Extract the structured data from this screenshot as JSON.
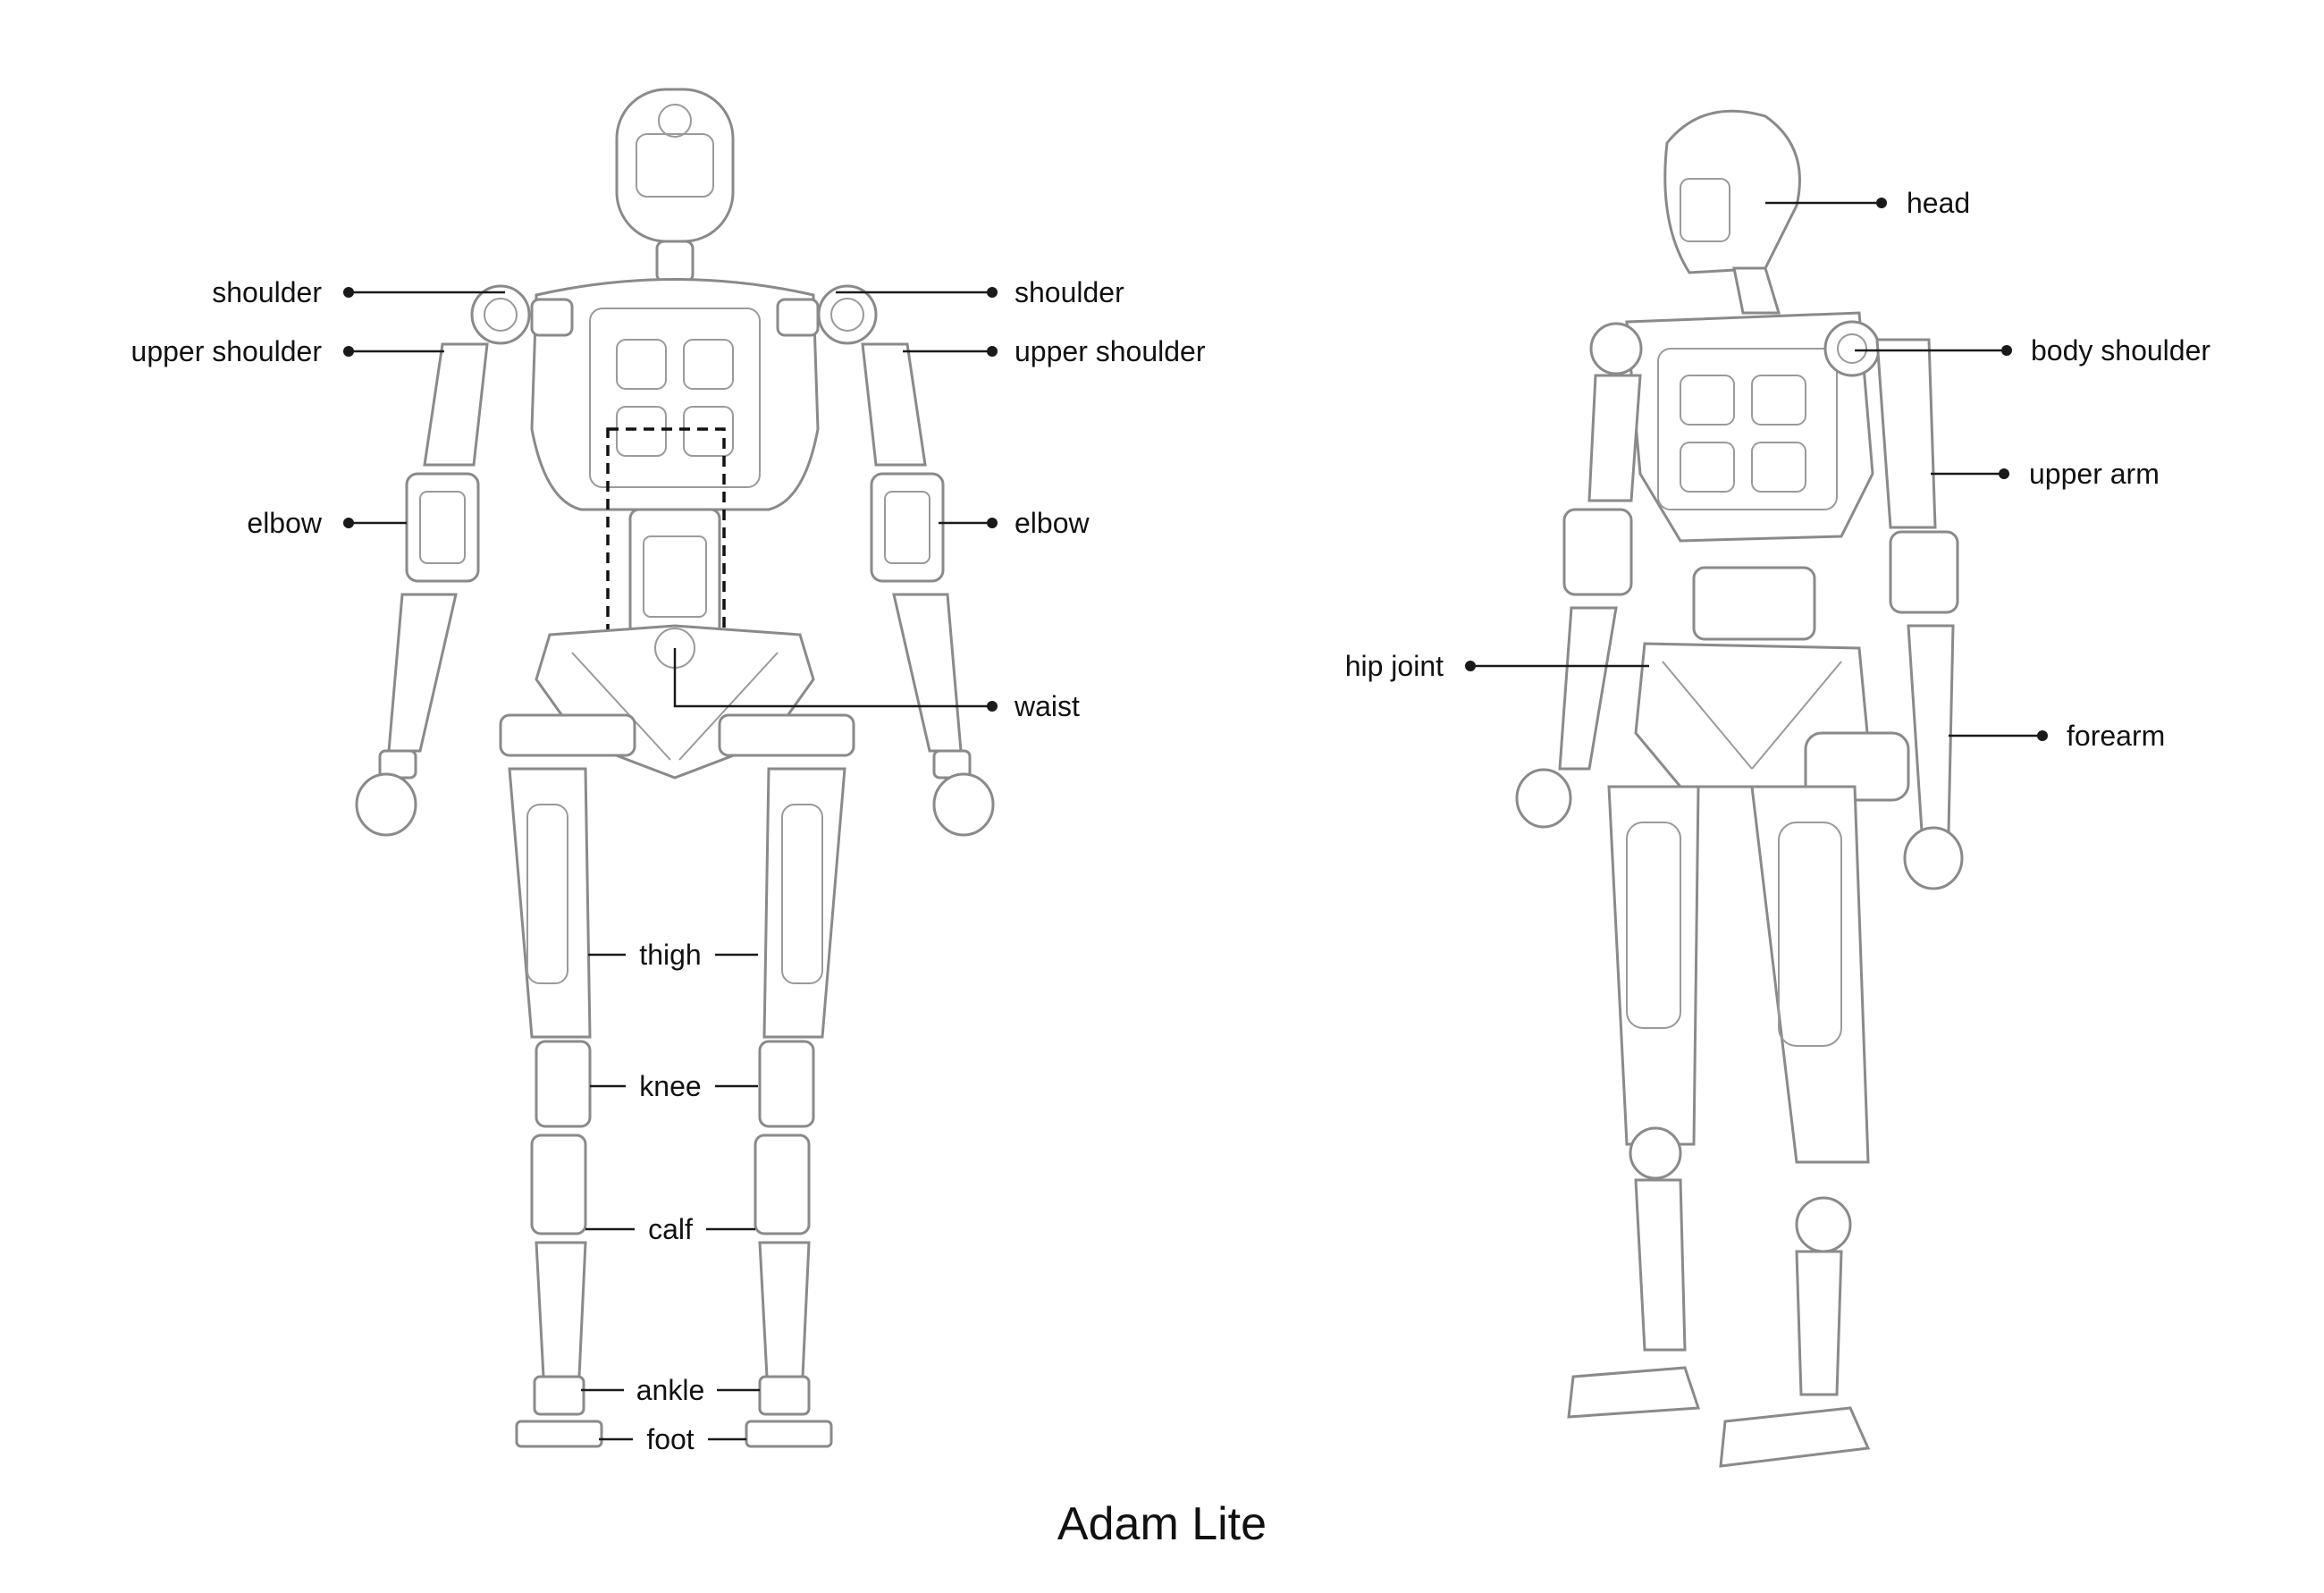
{
  "caption": "Adam Lite",
  "front_view": {
    "labels": {
      "shoulder_left": "shoulder",
      "shoulder_right": "shoulder",
      "upper_shoulder_left": "upper shoulder",
      "upper_shoulder_right": "upper shoulder",
      "elbow_left": "elbow",
      "elbow_right": "elbow",
      "waist": "waist",
      "thigh": "thigh",
      "knee": "knee",
      "calf": "calf",
      "ankle": "ankle",
      "foot": "foot"
    }
  },
  "side_view": {
    "labels": {
      "head": "head",
      "body_shoulder": "body shoulder",
      "upper_arm": "upper arm",
      "hip_joint": "hip joint",
      "forearm": "forearm"
    }
  },
  "colors": {
    "line": "#1a1a1a",
    "drawing": "#8a8a8a",
    "text": "#111111"
  }
}
